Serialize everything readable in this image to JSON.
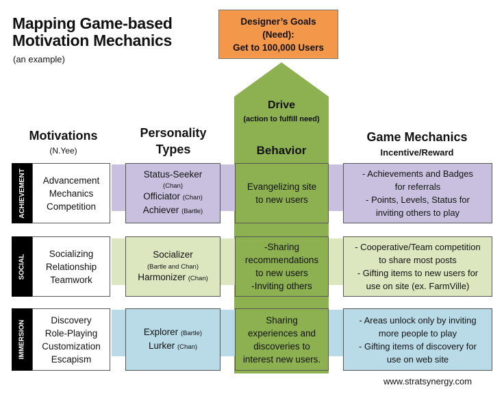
{
  "title": {
    "line1": "Mapping Game-based",
    "line2": "Motivation Mechanics",
    "subtitle": "(an example)"
  },
  "goal": {
    "line1": "Designer’s Goals",
    "line2": "(Need):",
    "line3": "Get to 100,000 Users"
  },
  "columns": {
    "motivations": {
      "title": "Motivations",
      "subtitle": "(N.Yee)"
    },
    "personality": {
      "line1": "Personality",
      "line2": "Types"
    },
    "drive": {
      "title": "Drive",
      "subtitle": "(action to fulfill need)",
      "behavior": "Behavior"
    },
    "mechanics": {
      "title": "Game Mechanics",
      "subtitle": "Incentive/Reward"
    }
  },
  "rows": [
    {
      "label": "ACHIEVEMENT",
      "motivations": [
        "Advancement",
        "Mechanics",
        "Competition"
      ],
      "personality": [
        {
          "name": "Status-Seeker",
          "source": ""
        },
        {
          "name": "",
          "source": "(Chan)"
        },
        {
          "name": "Officiator",
          "source": "(Chan)"
        },
        {
          "name": "Achiever",
          "source": "(Bartle)"
        }
      ],
      "behavior": [
        "Evangelizing site",
        "to new users"
      ],
      "mechanics": [
        "- Achievements and Badges",
        "for referrals",
        "- Points, Levels, Status for",
        "inviting others to play"
      ]
    },
    {
      "label": "SOCIAL",
      "motivations": [
        "Socializing",
        "Relationship",
        "Teamwork"
      ],
      "personality": [
        {
          "name": "Socializer",
          "source": ""
        },
        {
          "name": "",
          "source": "(Bartle and Chan)"
        },
        {
          "name": "Harmonizer",
          "source": "(Chan)"
        }
      ],
      "behavior": [
        "-Sharing",
        "recommendations",
        "to new users",
        "-Inviting others"
      ],
      "mechanics": [
        "- Cooperative/Team competition",
        "to share most posts",
        "- Gifting items to new users for",
        "use on site (ex. FarmVille)"
      ]
    },
    {
      "label": "IMMERSION",
      "motivations": [
        "Discovery",
        "Role-Playing",
        "Customization",
        "Escapism"
      ],
      "personality": [
        {
          "name": "Explorer",
          "source": "(Bartle)"
        },
        {
          "name": "Lurker",
          "source": "(Chan)"
        }
      ],
      "behavior": [
        "Sharing",
        "experiences and",
        "discoveries to",
        "interest new users."
      ],
      "mechanics": [
        "- Areas unlock only by inviting",
        "more people to play",
        "- Gifting items of discovery for",
        "use on web site"
      ]
    }
  ],
  "footer": "www.stratsynergy.com",
  "colors": {
    "goal": "#f3974b",
    "drive": "#8db050",
    "achievement": "#c8c0de",
    "social": "#dce7c0",
    "immersion": "#b9dbe8",
    "side_label": "#000000"
  }
}
